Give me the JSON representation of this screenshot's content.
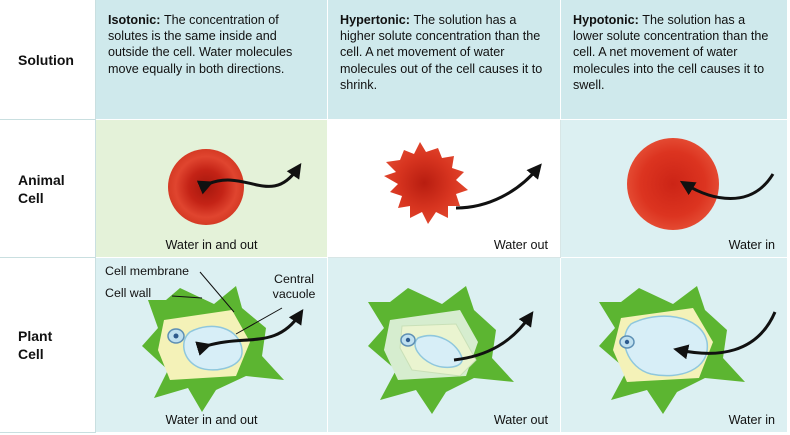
{
  "row_headers": {
    "solution": "Solution",
    "animal_cell": "Animal Cell",
    "plant_cell": "Plant Cell"
  },
  "solutions": {
    "isotonic": {
      "name": "Isotonic:",
      "description": "The concentration of solutes is the same inside and outside the cell. Water molecules move equally in both directions."
    },
    "hypertonic": {
      "name": "Hypertonic:",
      "description": "The solution has a higher solute concentration than the cell. A net movement of water molecules out of the cell causes it to shrink."
    },
    "hypotonic": {
      "name": "Hypotonic:",
      "description": "The solution has a lower solute concentration than the cell. A net movement of water molecules into the cell causes it to swell."
    }
  },
  "animal_captions": {
    "isotonic": "Water in and out",
    "hypertonic": "Water out",
    "hypotonic": "Water in"
  },
  "plant_captions": {
    "isotonic": "Water in and out",
    "hypertonic": "Water out",
    "hypotonic": "Water in"
  },
  "plant_labels": {
    "cell_membrane": "Cell membrane",
    "cell_wall": "Cell wall",
    "central_vacuole": "Central vacuole"
  },
  "colors": {
    "header_bg": "#cfe9ec",
    "isotonic_bg": "#e4f2d9",
    "hypotonic_bg": "#dcf0f2",
    "red_cell": "#d42a1c",
    "plant_wall": "#5cb531",
    "cytoplasm": "#f4f2b8",
    "vacuole": "#cfeaf5"
  }
}
